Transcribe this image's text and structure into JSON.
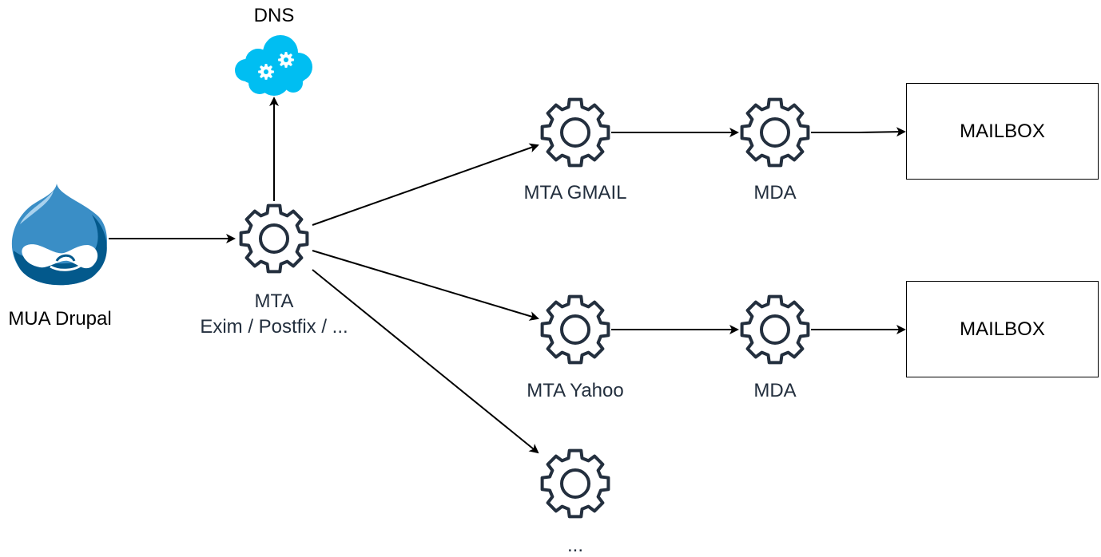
{
  "nodes": {
    "dns": {
      "label": "DNS",
      "icon": "cloud-gears-icon",
      "color": "#00BEF2"
    },
    "mua": {
      "label": "MUA Drupal",
      "icon": "drupal-logo"
    },
    "mta": {
      "label_line1": "MTA",
      "label_line2": "Exim / Postfix / ...",
      "icon": "gear-icon"
    },
    "mta_gmail": {
      "label": "MTA GMAIL",
      "icon": "gear-icon"
    },
    "mda_gmail": {
      "label": "MDA",
      "icon": "gear-icon"
    },
    "mailbox_gmail": {
      "label": "MAILBOX"
    },
    "mta_yahoo": {
      "label": "MTA Yahoo",
      "icon": "gear-icon"
    },
    "mda_yahoo": {
      "label": "MDA",
      "icon": "gear-icon"
    },
    "mailbox_yahoo": {
      "label": "MAILBOX"
    },
    "mta_other": {
      "label": "...",
      "icon": "gear-icon"
    }
  },
  "edges": [
    {
      "from": "mua",
      "to": "mta"
    },
    {
      "from": "mta",
      "to": "dns"
    },
    {
      "from": "mta",
      "to": "mta_gmail"
    },
    {
      "from": "mta",
      "to": "mta_yahoo"
    },
    {
      "from": "mta",
      "to": "mta_other"
    },
    {
      "from": "mta_gmail",
      "to": "mda_gmail"
    },
    {
      "from": "mda_gmail",
      "to": "mailbox_gmail"
    },
    {
      "from": "mta_yahoo",
      "to": "mda_yahoo"
    },
    {
      "from": "mda_yahoo",
      "to": "mailbox_yahoo"
    }
  ],
  "colors": {
    "gear": "#232F3E",
    "edge": "#000000",
    "drupal_light": "#3A8EC6",
    "drupal_dark": "#03598C"
  }
}
